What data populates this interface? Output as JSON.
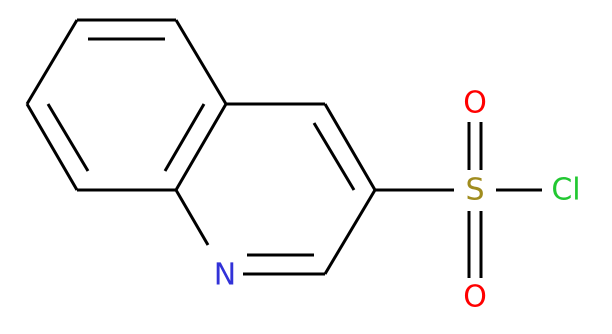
{
  "molecule": {
    "atoms": {
      "nitrogen": {
        "label": "N",
        "color": "#3232d8"
      },
      "sulfur": {
        "label": "S",
        "color": "#a08c1e"
      },
      "oxygen_top": {
        "label": "O",
        "color": "#ff0000"
      },
      "oxygen_bottom": {
        "label": "O",
        "color": "#ff0000"
      },
      "chlorine": {
        "label": "Cl",
        "color": "#22c832"
      }
    },
    "bond_color": "#000000",
    "background": "#ffffff"
  }
}
